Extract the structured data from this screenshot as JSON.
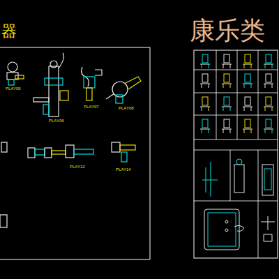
{
  "diagram": {
    "title": "康乐类",
    "labels": [
      "器",
      "PLAY05",
      "PLAY06",
      "PLAY07",
      "PLAY08",
      "PLAY12",
      "PLAY14"
    ]
  }
}
